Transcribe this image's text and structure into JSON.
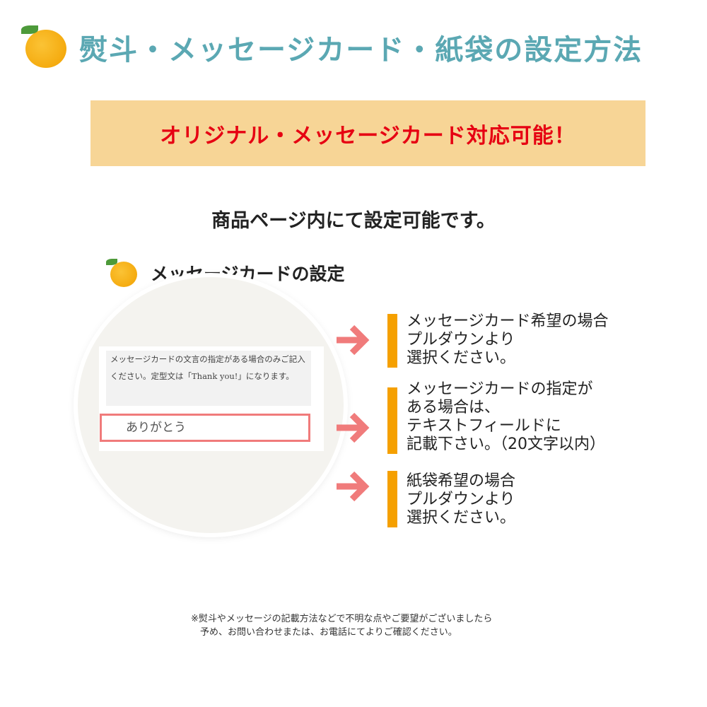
{
  "title": "熨斗・メッセージカード・紙袋の設定方法",
  "banner": "オリジナル・メッセージカード対応可能！",
  "subtitle": "商品ページ内にて設定可能です。",
  "section": {
    "icon": "orange-icon",
    "label": "メッセージカードの設定"
  },
  "screenshot": {
    "note": "メッセージカードの文言の指定がある場合のみご記入ください。定型文は「Thank you!」になります。",
    "input_value": "ありがとう"
  },
  "steps": [
    "メッセージカード希望の場合\nプルダウンより\n選択ください。",
    "メッセージカードの指定が\nある場合は、\nテキストフィールドに\n記載下さい。（20文字以内）",
    "紙袋希望の場合\nプルダウンより\n選択ください。"
  ],
  "footnote": "※熨斗やメッセージの記載方法などで不明な点やご要望がございましたら\n　予め、お問い合わせまたは、お電話にてよりご確認ください。",
  "colors": {
    "title": "#5ba8b3",
    "banner_bg": "#f7d596",
    "banner_text": "#e60012",
    "accent_bar": "#f5a000",
    "arrow": "#f07b7b"
  }
}
